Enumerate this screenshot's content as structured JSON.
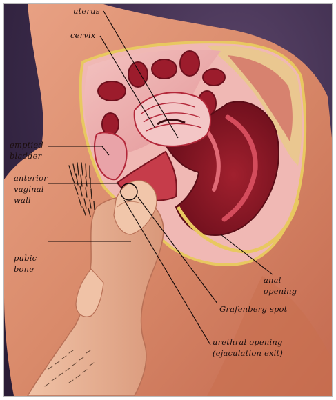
{
  "labels": {
    "uterus": "uterus",
    "cervix": "cervix",
    "emptied_bladder": {
      "line1": "emptied",
      "line2": "bladder"
    },
    "anterior_vaginal_wall": {
      "line1": "anterior",
      "line2": "vaginal",
      "line3": "wall"
    },
    "pubic_bone": {
      "line1": "pubic",
      "line2": "bone"
    },
    "anal_opening": {
      "line1": "anal",
      "line2": "opening"
    },
    "grafenberg_spot": "Grafenberg spot",
    "urethral_opening": {
      "line1": "urethral opening",
      "line2": "(ejaculation exit)"
    }
  },
  "colors": {
    "background": "#3a2a4a",
    "skin": "#d98a6a",
    "tissue_red": "#b3283a",
    "tissue_pink": "#e9a3a8",
    "fat_yellow": "#e8c860"
  }
}
